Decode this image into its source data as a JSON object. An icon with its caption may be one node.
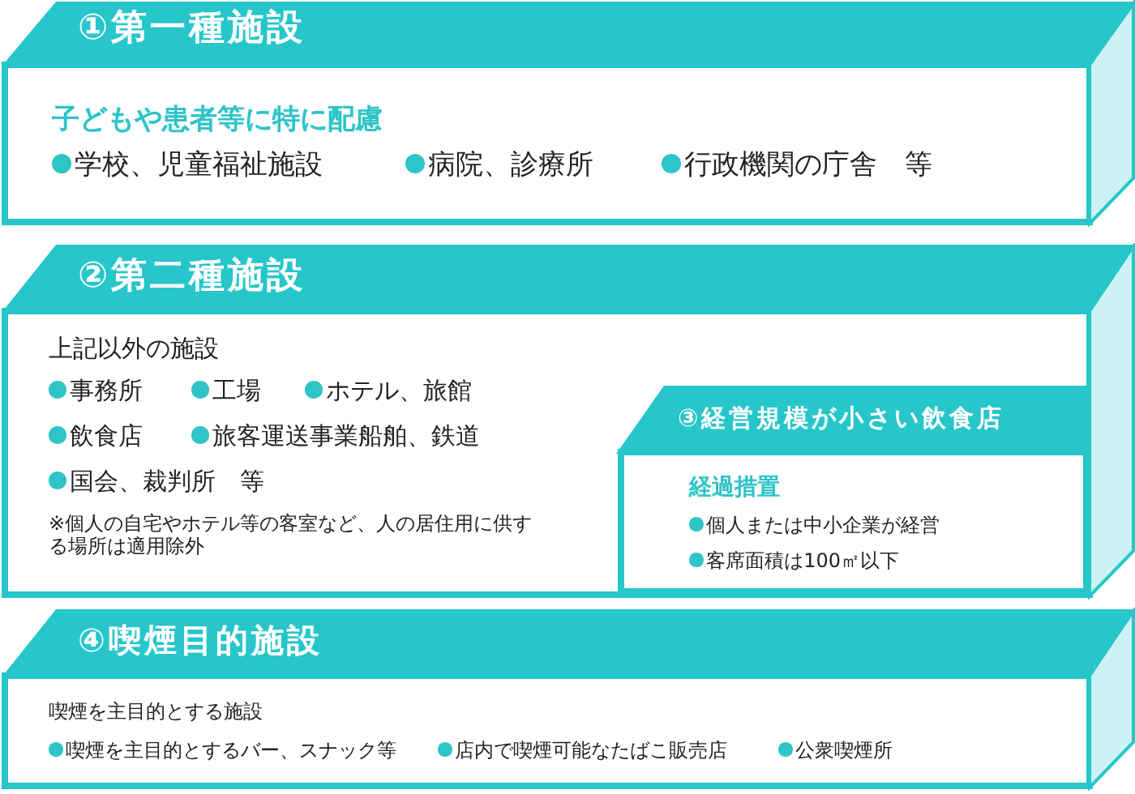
{
  "diagram": {
    "nodes": [
      {
        "text": [
          "①第一種施設",
          "子どもや患者等に特に配慮",
          "学校、児童福祉施設",
          "病院、診療所",
          "行政機関の庁舎　等"
        ]
      },
      {
        "text": [
          "②第二種施設",
          "上記以外の施設",
          "事務所",
          "工場",
          "ホテル、旅館",
          "飲食店",
          "旅客運送事業船舶、鉄道",
          "国会、裁判所　等",
          "※個人の自宅やホテル等の客室など、人の居住用に供する場所は適用除外"
        ]
      },
      {
        "text": [
          "③経営規模が小さい飲食店",
          "経過措置",
          "個人または中小企業が経営",
          "客席面積は100㎡以下"
        ],
        "in": 1
      },
      {
        "text": [
          "④喫煙目的施設",
          "喫煙を主目的とする施設",
          "喫煙を主目的とするバー、スナック等",
          "店内で喫煙可能なたばこ販売店",
          "公衆喫煙所"
        ]
      }
    ]
  }
}
